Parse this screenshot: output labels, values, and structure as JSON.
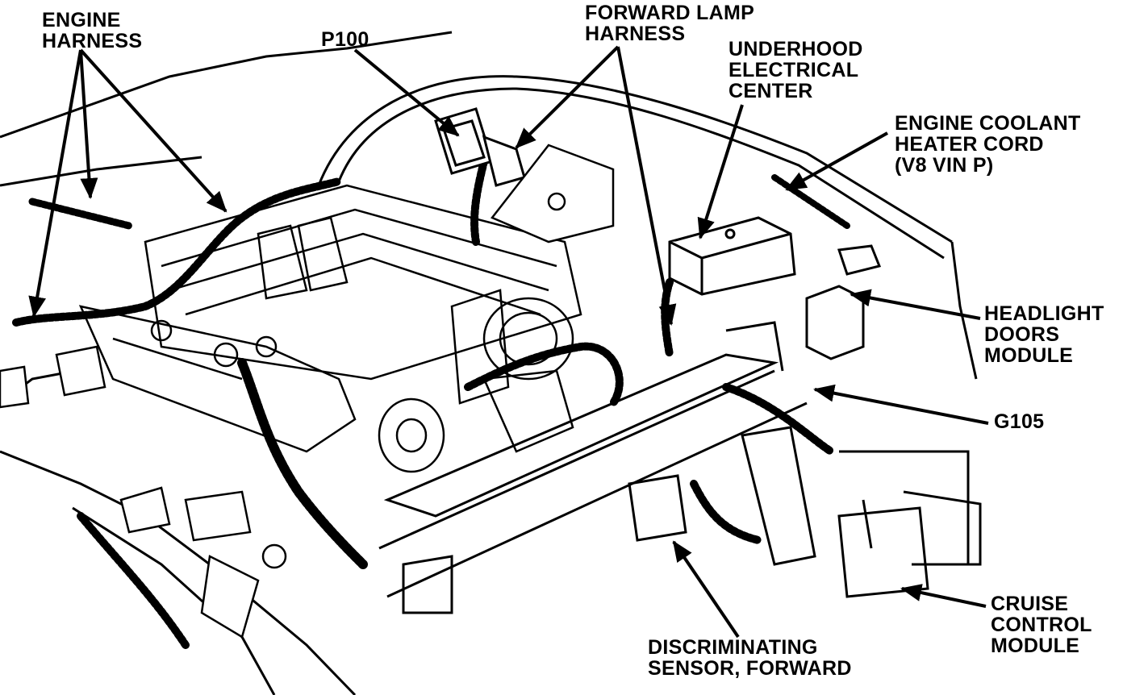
{
  "labels": {
    "engine_harness": [
      "ENGINE",
      "HARNESS"
    ],
    "p100": [
      "P100"
    ],
    "forward_lamp_harness": [
      "FORWARD LAMP",
      "HARNESS"
    ],
    "underhood_electrical_center": [
      "UNDERHOOD",
      "ELECTRICAL",
      "CENTER"
    ],
    "engine_coolant_heater_cord": [
      "ENGINE COOLANT",
      "HEATER CORD",
      "(V8  VIN P)"
    ],
    "headlight_doors_module": [
      "HEADLIGHT",
      "DOORS",
      "MODULE"
    ],
    "g105": [
      "G105"
    ],
    "cruise_control_module": [
      "CRUISE",
      "CONTROL",
      "MODULE"
    ],
    "discriminating_sensor_forward": [
      "DISCRIMINATING",
      "SENSOR, FORWARD"
    ]
  },
  "colors": {
    "ink": "#000000",
    "paper": "#ffffff"
  }
}
